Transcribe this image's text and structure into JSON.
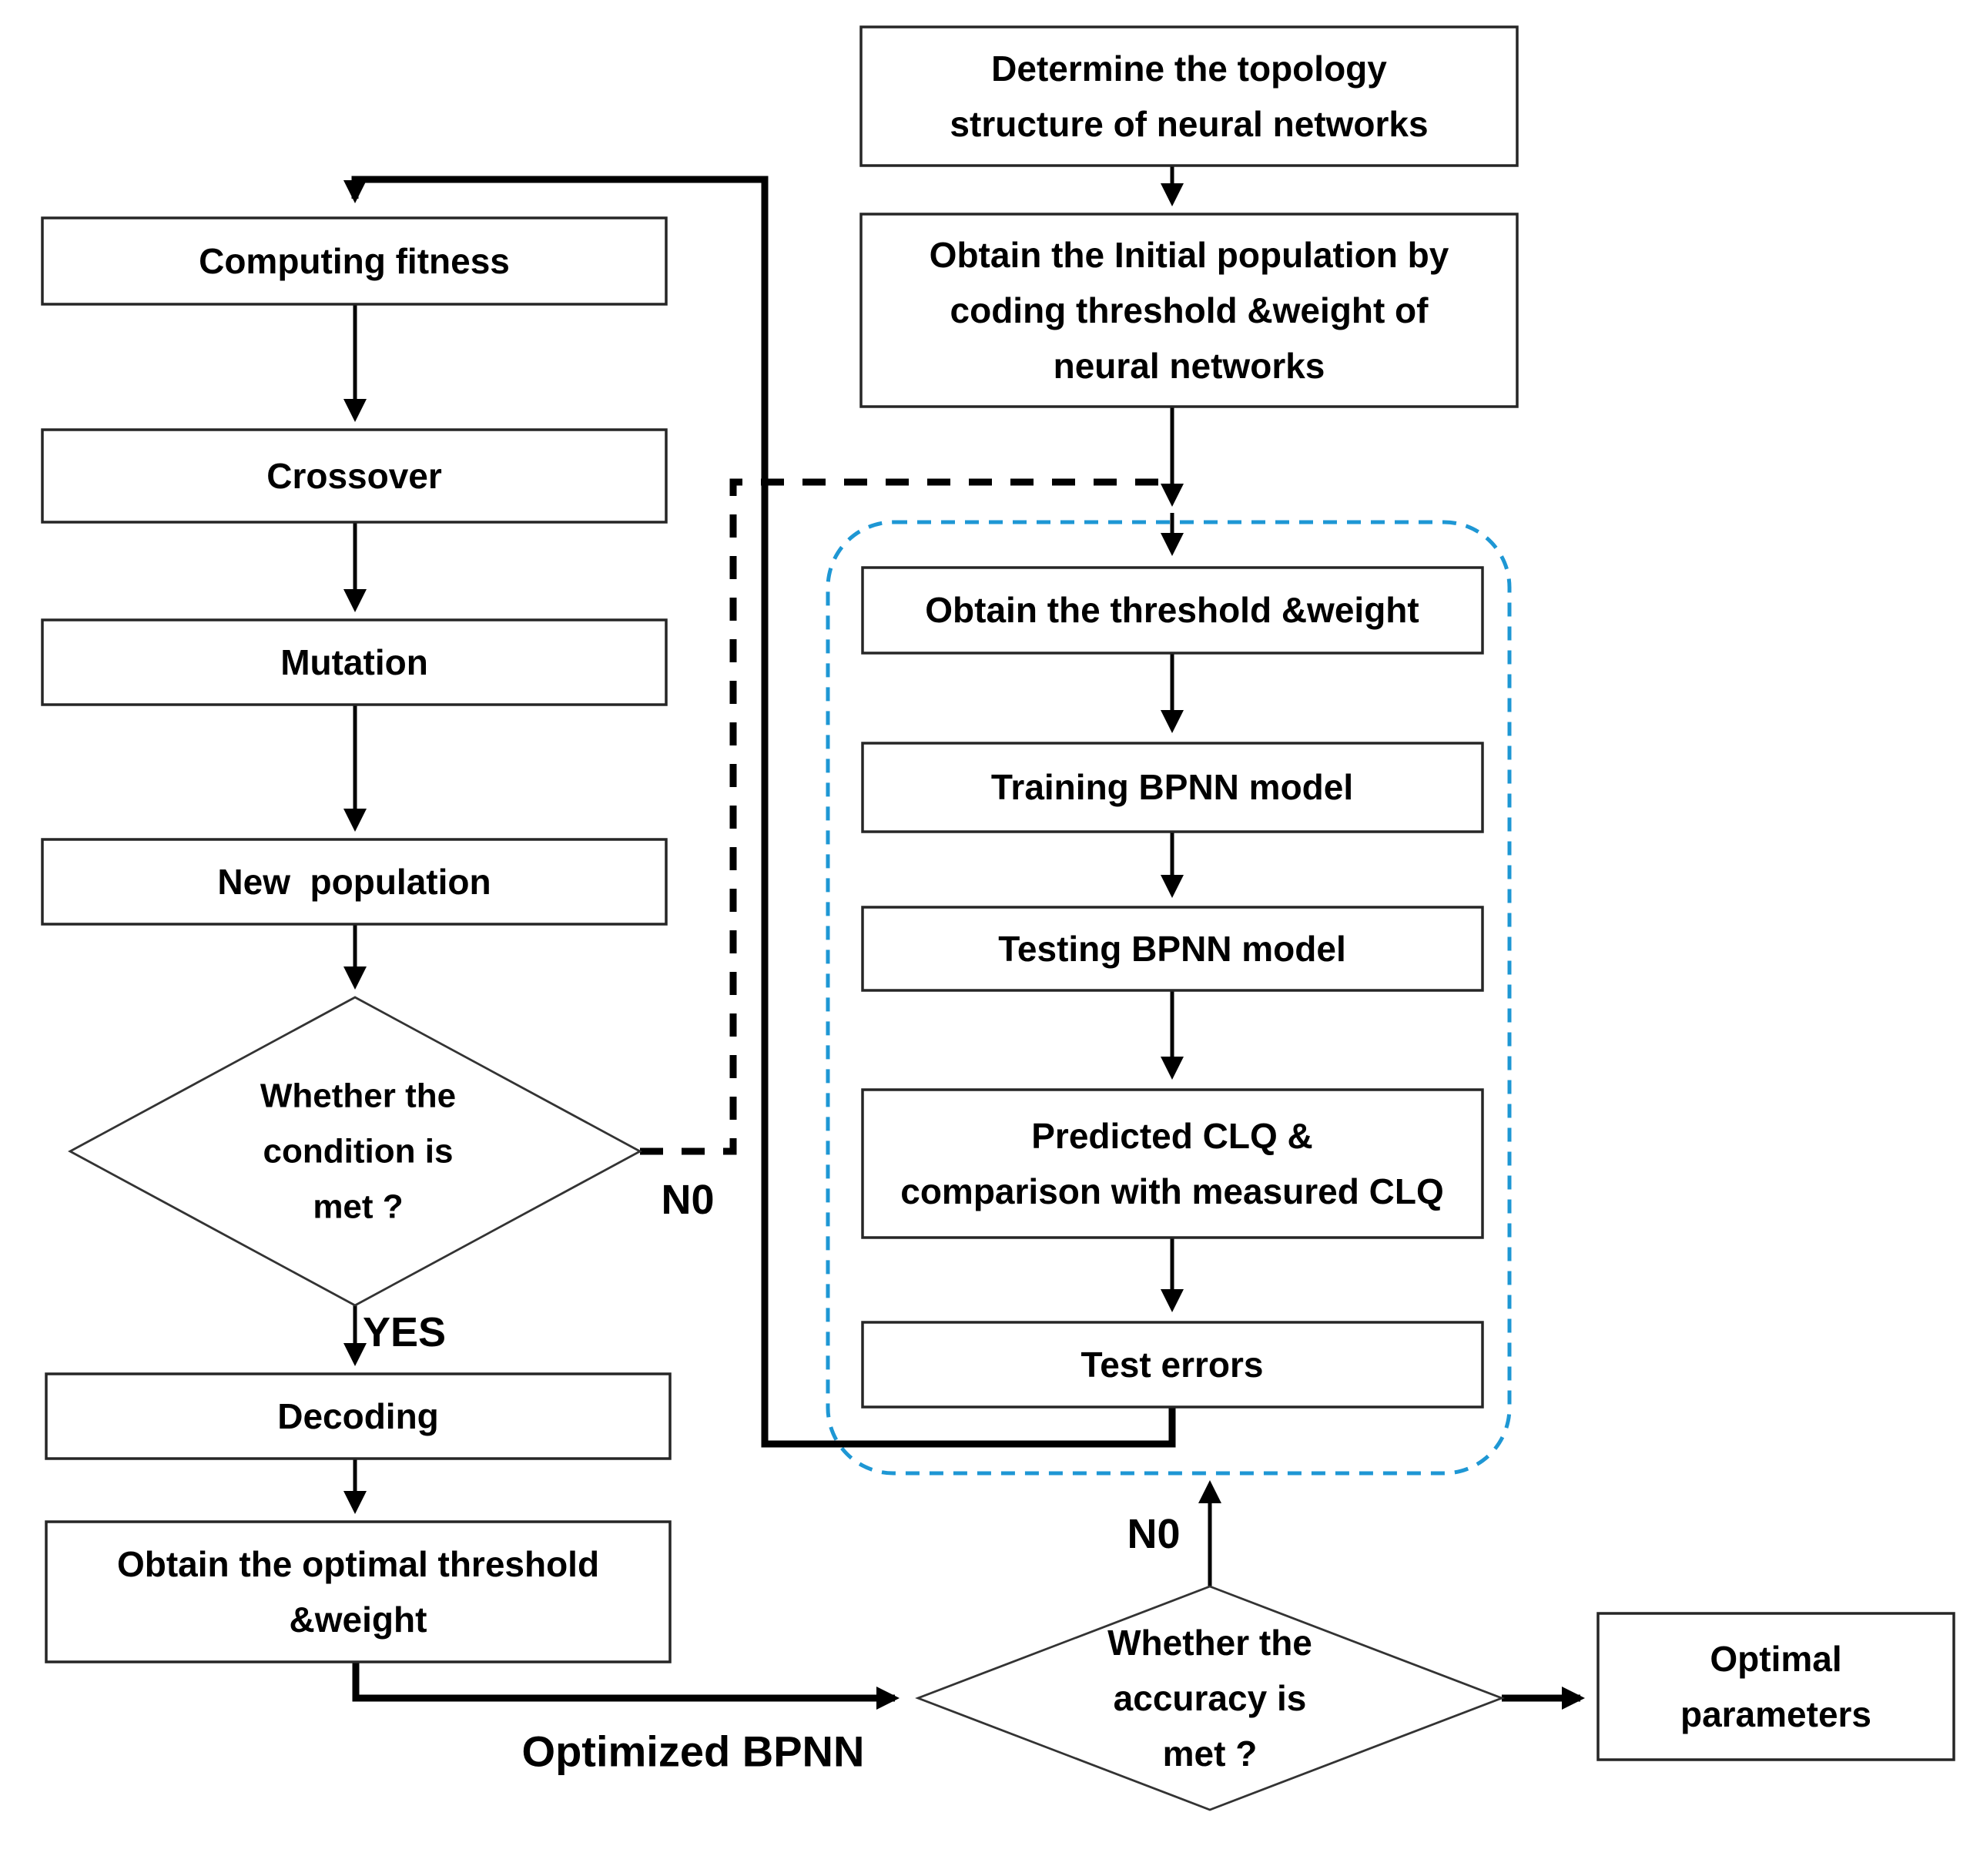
{
  "nodes": {
    "determine_topology": {
      "lines": [
        "Determine the topology",
        "structure of neural networks"
      ]
    },
    "initial_population": {
      "lines": [
        "Obtain the Initial population by",
        "coding threshold &weight of",
        "neural networks"
      ]
    },
    "computing_fitness": {
      "label": "Computing fitness"
    },
    "crossover": {
      "label": "Crossover"
    },
    "mutation": {
      "label": "Mutation"
    },
    "new_population": {
      "label": "New  population"
    },
    "condition_diamond": {
      "lines": [
        "Whether the",
        "condition is",
        "met ?"
      ]
    },
    "decoding": {
      "label": "Decoding"
    },
    "optimal_threshold": {
      "lines": [
        "Obtain the optimal threshold",
        "&weight"
      ]
    },
    "obtain_threshold_weight": {
      "label": "Obtain the threshold &weight"
    },
    "training_bpnn": {
      "label": "Training BPNN model"
    },
    "testing_bpnn": {
      "label": "Testing BPNN model"
    },
    "predicted_clq": {
      "lines": [
        "Predicted CLQ &",
        "comparison with measured CLQ"
      ]
    },
    "test_errors": {
      "label": "Test errors"
    },
    "accuracy_diamond": {
      "lines": [
        "Whether the",
        "accuracy is",
        "met ?"
      ]
    },
    "optimal_parameters": {
      "lines": [
        "Optimal",
        "parameters"
      ]
    }
  },
  "labels": {
    "yes": "YES",
    "no_condition": "N0",
    "no_accuracy": "N0",
    "optimized_bpnn": "Optimized BPNN"
  },
  "colors": {
    "bpnn_group_border": "#1E97D4",
    "line_color": "#000000",
    "box_border": "#262626",
    "background": "#ffffff"
  }
}
